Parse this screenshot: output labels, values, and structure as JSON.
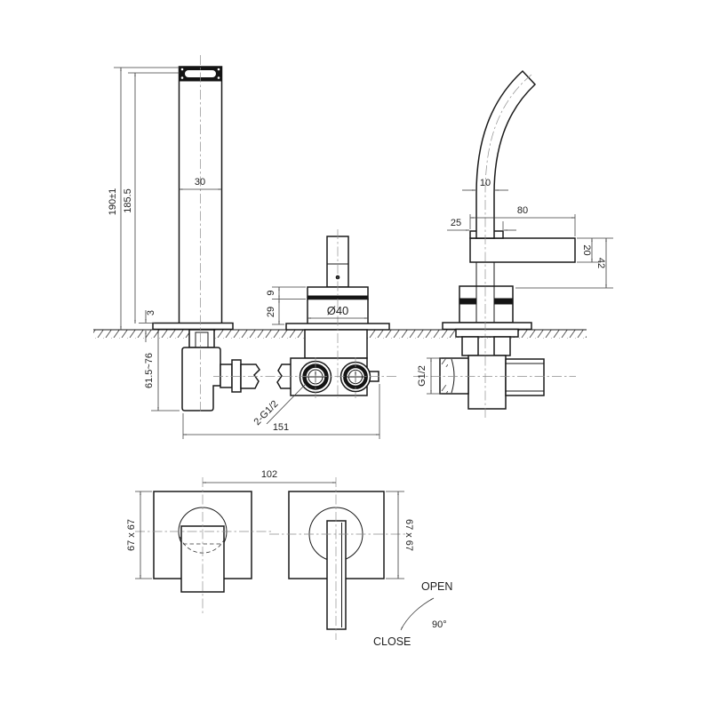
{
  "drawing": {
    "side_views": {
      "wall_spout": {
        "height_total": "190±1",
        "height_to_plate": "185.5",
        "spout_width": "30",
        "plate_thickness": "3",
        "embed_depth": "61.5~76",
        "valve_span": "151",
        "valve_thread": "2-G1/2"
      },
      "handle": {
        "cap_height": "9",
        "body_height": "29",
        "diameter": "Ø40"
      },
      "curved_spout": {
        "tube_width": "10",
        "arm_offset": "25",
        "arm_length": "80",
        "arm_height": "20",
        "arm_drop": "42",
        "inlet_thread": "G1/2"
      }
    },
    "front_views": {
      "spout_plate_size": "67 x 67",
      "handle_plate_size": "67 x 67",
      "center_distance": "102"
    },
    "handle_rotation": {
      "open": "OPEN",
      "close": "CLOSE",
      "angle": "90°"
    }
  },
  "colors": {
    "object_line": "#1a1a1a",
    "dimension_line": "#3d3d3d",
    "centerline": "#8f8f8f",
    "background": "#ffffff"
  }
}
